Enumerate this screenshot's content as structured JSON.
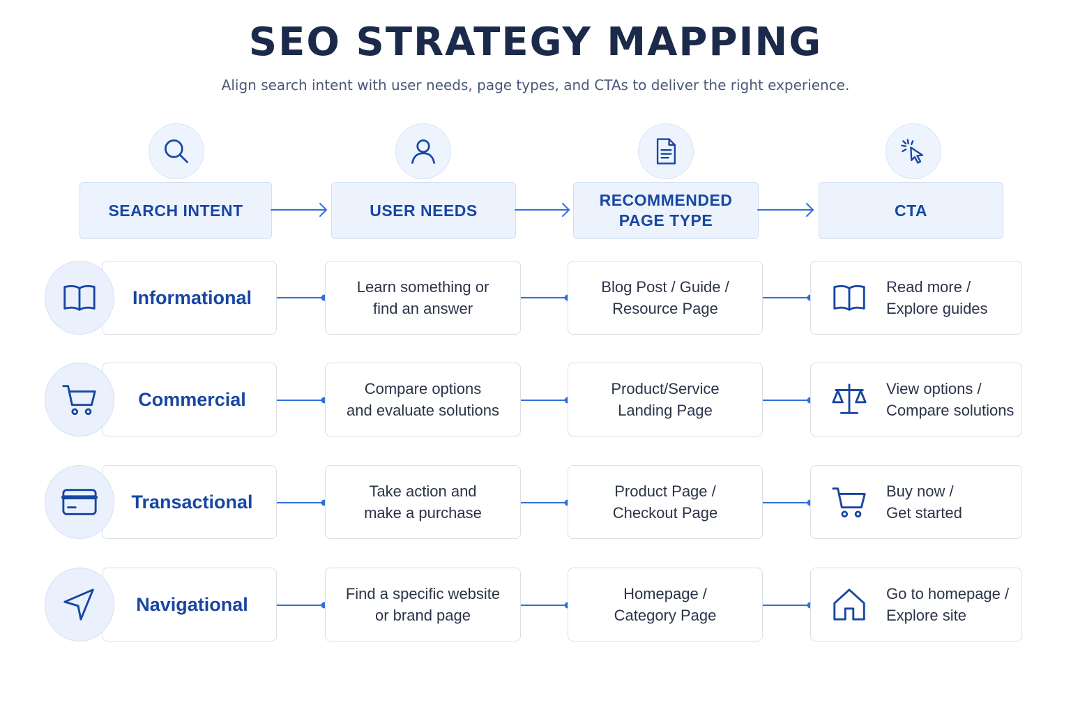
{
  "header": {
    "title": "SEO STRATEGY MAPPING",
    "subtitle": "Align search intent with user needs, page types, and CTAs to deliver the right experience."
  },
  "columns": [
    {
      "label": "SEARCH INTENT",
      "icon": "search-icon"
    },
    {
      "label": "USER NEEDS",
      "icon": "user-icon"
    },
    {
      "label": "RECOMMENDED\nPAGE TYPE",
      "icon": "document-icon"
    },
    {
      "label": "CTA",
      "icon": "cursor-click-icon"
    }
  ],
  "rows": [
    {
      "intent": "Informational",
      "intent_icon": "book-icon",
      "need": "Learn something or\nfind an answer",
      "page_type": "Blog Post / Guide /\nResource Page",
      "cta": "Read more /\nExplore guides",
      "cta_icon": "book-icon"
    },
    {
      "intent": "Commercial",
      "intent_icon": "cart-icon",
      "need": "Compare options\nand evaluate solutions",
      "page_type": "Product/Service\nLanding Page",
      "cta": "View options /\nCompare solutions",
      "cta_icon": "scale-icon"
    },
    {
      "intent": "Transactional",
      "intent_icon": "credit-card-icon",
      "need": "Take action and\nmake a purchase",
      "page_type": "Product Page /\nCheckout Page",
      "cta": "Buy now /\nGet started",
      "cta_icon": "cart-icon"
    },
    {
      "intent": "Navigational",
      "intent_icon": "navigation-arrow-icon",
      "need": "Find a specific website\nor brand page",
      "page_type": "Homepage /\nCategory Page",
      "cta": "Go to homepage /\nExplore site",
      "cta_icon": "home-icon"
    }
  ],
  "colors": {
    "accent": "#1846a3",
    "connector": "#2f6fe0",
    "header_fill": "#ecf3fd",
    "circle_fill": "#eaf1fc",
    "card_border": "#d9dee7"
  }
}
